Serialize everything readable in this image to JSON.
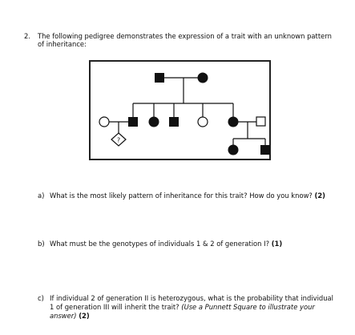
{
  "question": {
    "number": "2.",
    "intro_line1": "The following pedigree demonstrates the expression of a trait with an unknown pattern",
    "intro_line2": "of inheritance:"
  },
  "pedigree": {
    "unknown_label": "?"
  },
  "parts": {
    "a": {
      "label": "a)",
      "text": "What is the most likely pattern of inheritance for this trait? How do you know?",
      "marks": "(2)"
    },
    "b": {
      "label": "b)",
      "text": "What must be the genotypes of individuals 1 & 2 of generation I?",
      "marks": "(1)"
    },
    "c": {
      "label": "c)",
      "line1": "If individual 2 of generation II is heterozygous, what is the probability that individual",
      "line2_plain": "1 of generation III will inherit the trait? ",
      "line2_italic": "(Use a Punnett Square to illustrate your",
      "line3_italic": "answer)",
      "marks": "(2)"
    }
  }
}
